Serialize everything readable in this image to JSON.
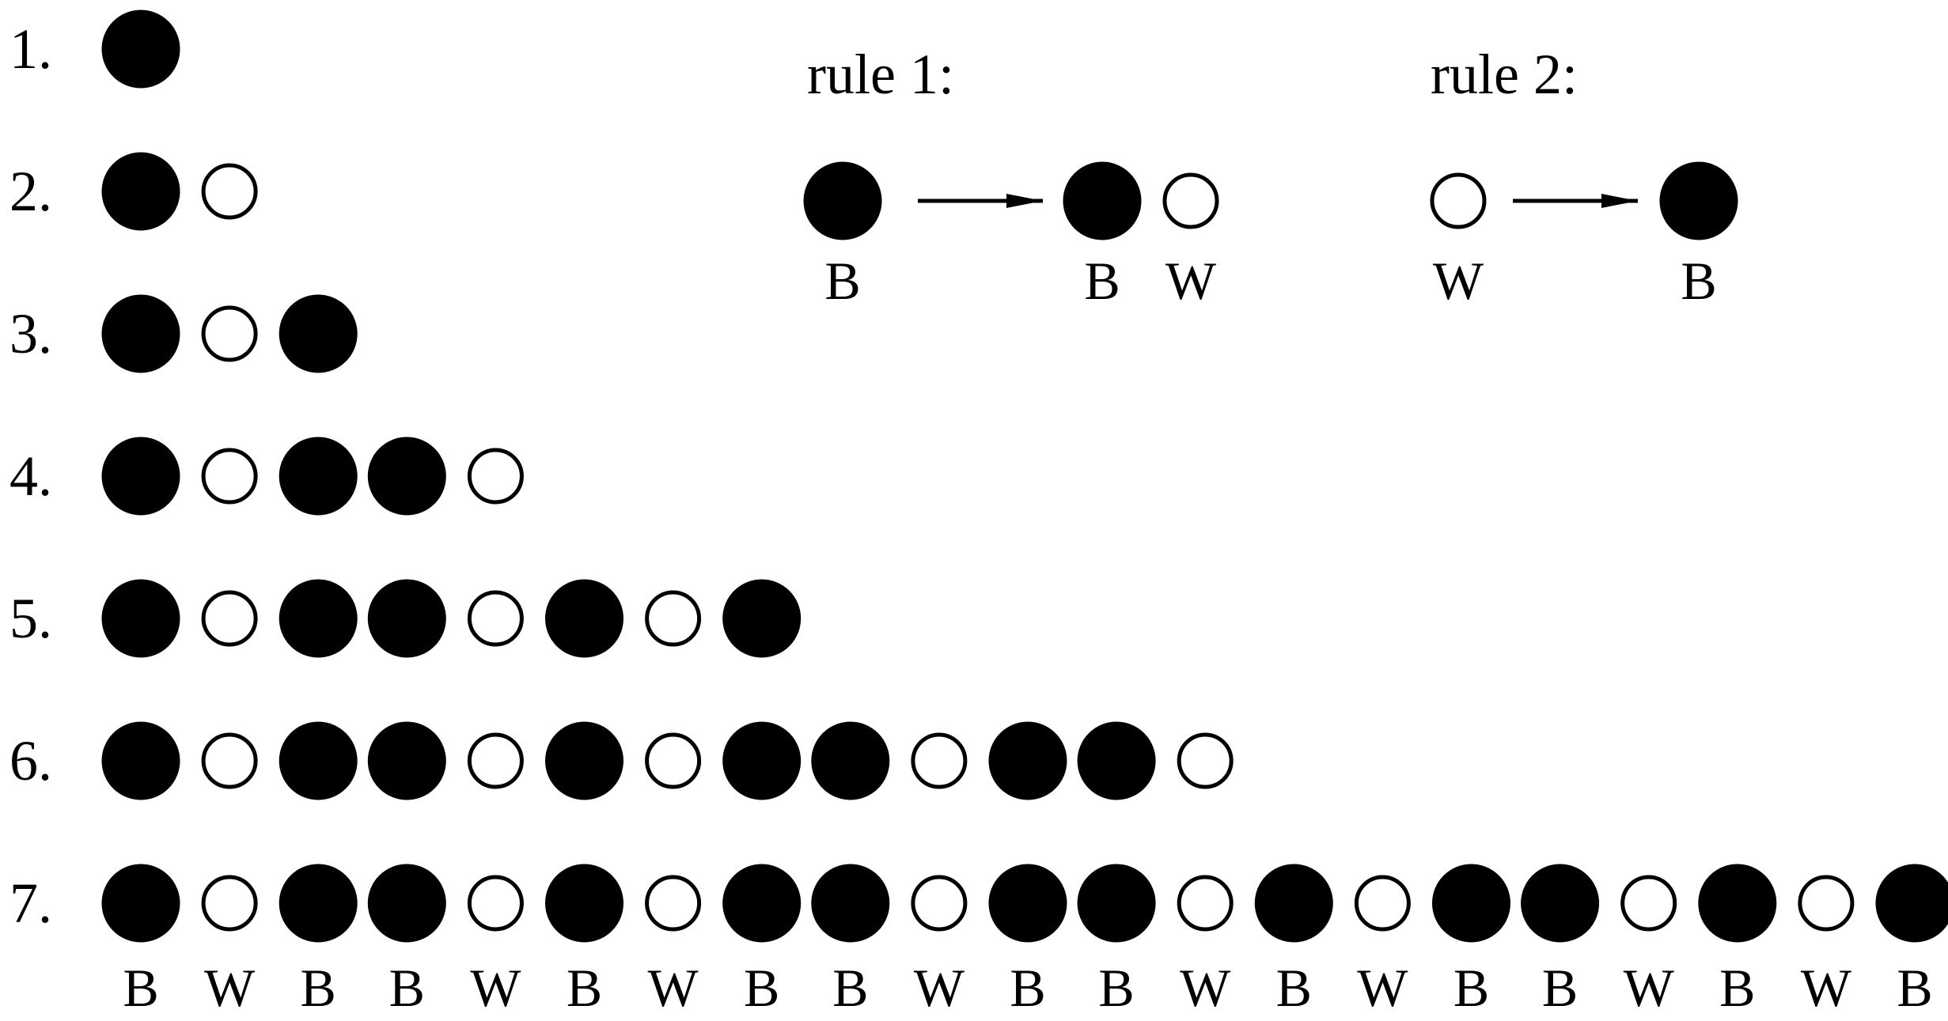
{
  "colors": {
    "black": "#000000",
    "white": "#ffffff",
    "stroke": "#000000"
  },
  "rows": [
    {
      "label": "1.",
      "sequence": "B"
    },
    {
      "label": "2.",
      "sequence": "BW"
    },
    {
      "label": "3.",
      "sequence": "BWB"
    },
    {
      "label": "4.",
      "sequence": "BWBBW"
    },
    {
      "label": "5.",
      "sequence": "BWBBWBWB"
    },
    {
      "label": "6.",
      "sequence": "BWBBWBWBBWBBW"
    },
    {
      "label": "7.",
      "sequence": "BWBBWBWBBWBBWBWBBWBWB"
    }
  ],
  "bottom_letters": [
    "B",
    "W",
    "B",
    "B",
    "W",
    "B",
    "W",
    "B",
    "B",
    "W",
    "B",
    "B",
    "W",
    "B",
    "W",
    "B",
    "B",
    "W",
    "B",
    "W",
    "B"
  ],
  "rules": [
    {
      "title": "rule 1:",
      "from": [
        {
          "color": "B",
          "letter": "B"
        }
      ],
      "to": [
        {
          "color": "B",
          "letter": "B"
        },
        {
          "color": "W",
          "letter": "W"
        }
      ]
    },
    {
      "title": "rule 2:",
      "from": [
        {
          "color": "W",
          "letter": "W"
        }
      ],
      "to": [
        {
          "color": "B",
          "letter": "B"
        }
      ]
    }
  ]
}
